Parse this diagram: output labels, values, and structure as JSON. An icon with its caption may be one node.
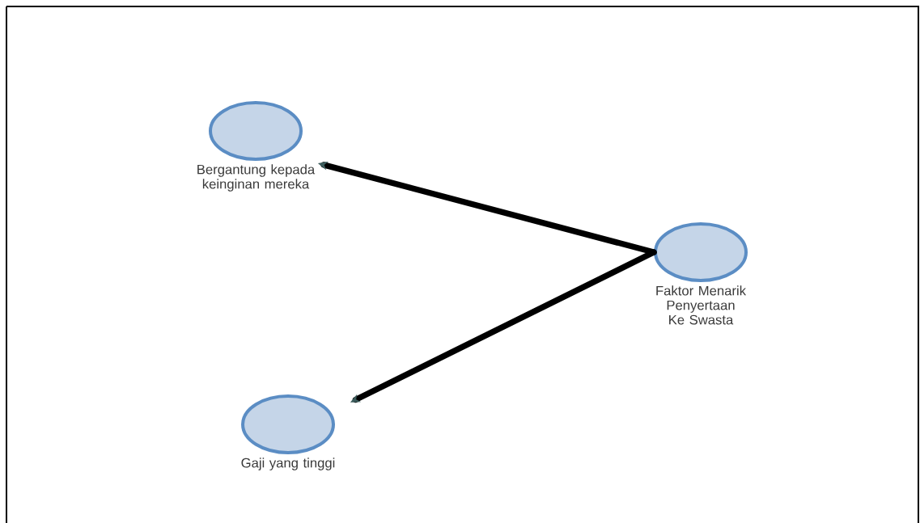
{
  "diagram": {
    "nodes": [
      {
        "text": [
          "Bergantung kepada keinginan mereka"
        ]
      },
      {
        "text": [
          "Gaji yang tinggi"
        ]
      },
      {
        "text": [
          "Faktor Menarik Penyertaan Ke Swasta"
        ]
      }
    ],
    "edges": [
      {
        "from": 2,
        "to": 0,
        "arrow": "to"
      },
      {
        "from": 2,
        "to": 1,
        "arrow": "to"
      }
    ]
  }
}
